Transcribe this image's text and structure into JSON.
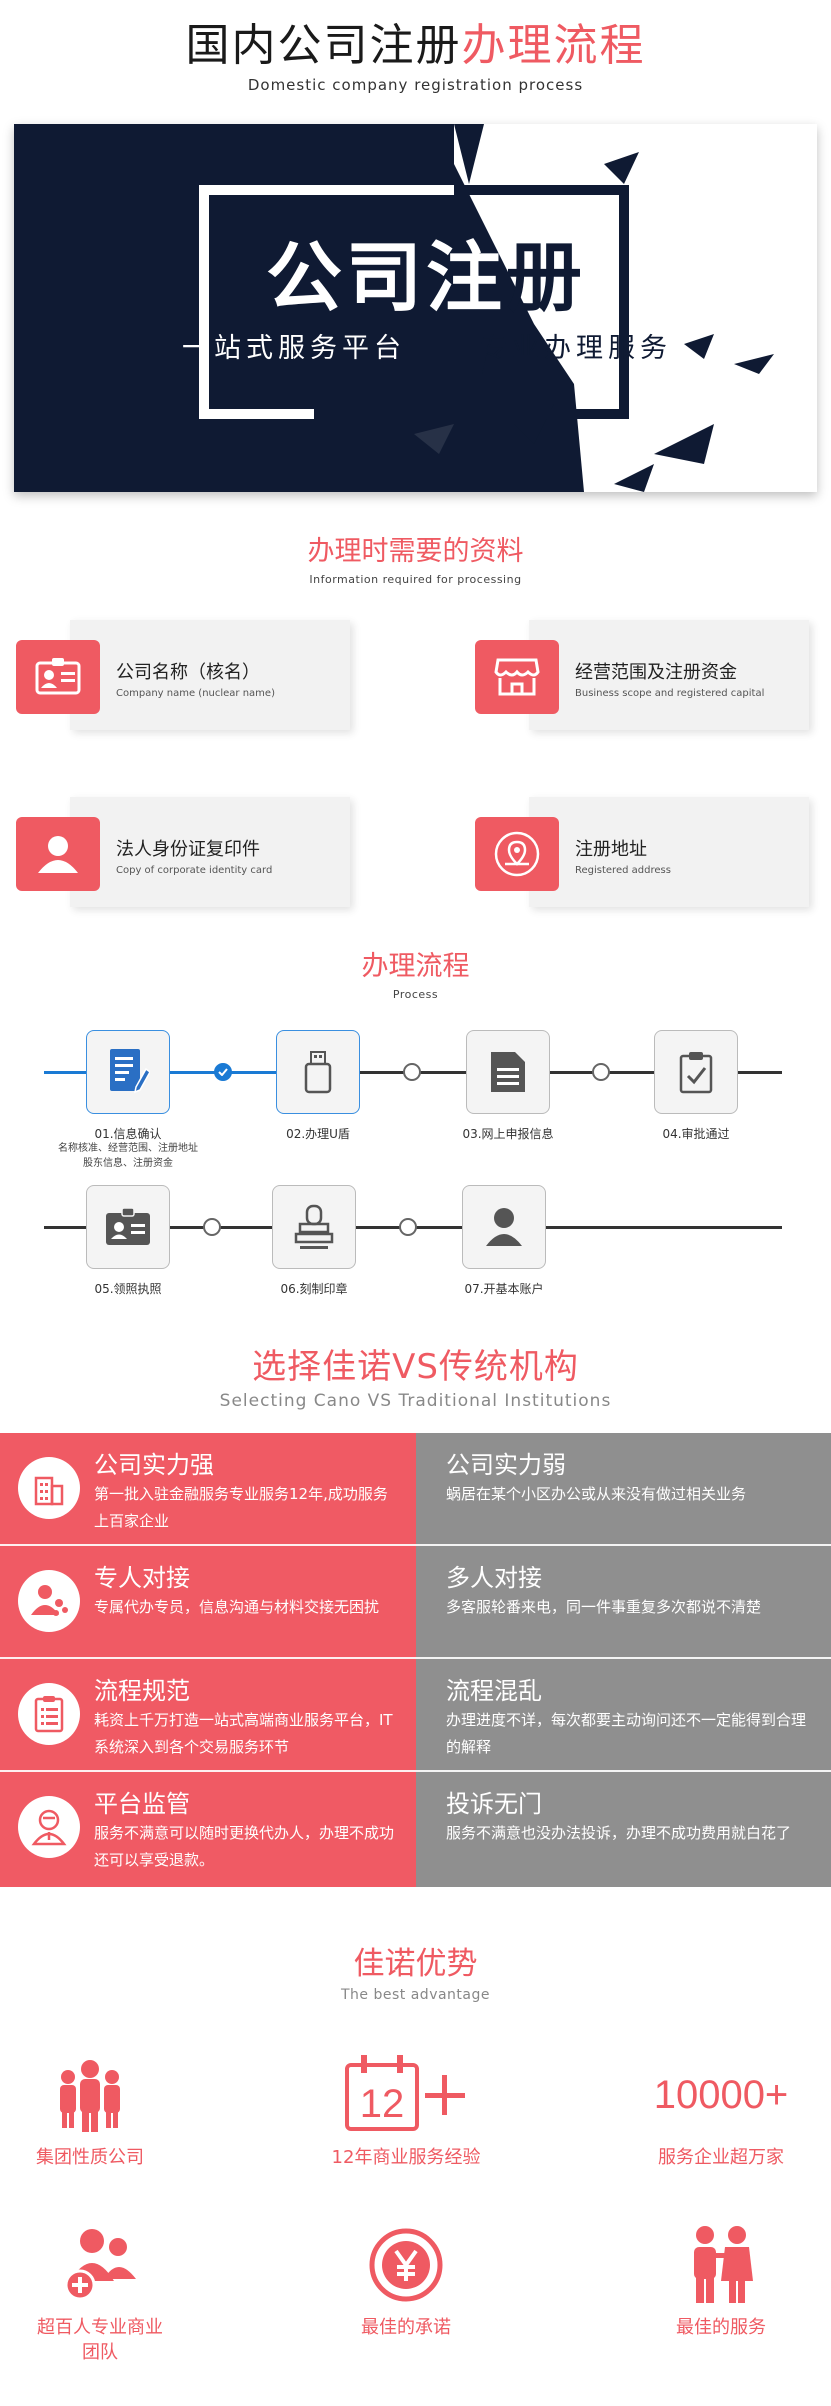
{
  "header": {
    "title_dark": "国内公司注册",
    "title_highlight": "办理流程",
    "subtitle": "Domestic company registration process"
  },
  "banner": {
    "headline_light": "公司注",
    "headline_dark": "册",
    "tagline_left": "一站式服务平台",
    "tagline_right": "专业办理服务"
  },
  "materials": {
    "title": "办理时需要的资料",
    "subtitle": "Information required for processing",
    "items": [
      {
        "cn": "公司名称（核名）",
        "en": "Company name (nuclear name)",
        "icon": "id-card-icon"
      },
      {
        "cn": "经营范围及注册资金",
        "en": "Business scope and registered capital",
        "icon": "shop-icon"
      },
      {
        "cn": "法人身份证复印件",
        "en": "Copy of corporate identity card",
        "icon": "person-icon"
      },
      {
        "cn": "注册地址",
        "en": "Registered address",
        "icon": "map-pin-icon"
      }
    ]
  },
  "process": {
    "title": "办理流程",
    "subtitle": "Process",
    "steps": [
      {
        "label": "01.信息确认",
        "icon": "document-edit-icon"
      },
      {
        "label": "02.办理U盾",
        "icon": "usb-key-icon"
      },
      {
        "label": "03.网上申报信息",
        "icon": "document-icon"
      },
      {
        "label": "04.审批通过",
        "icon": "clipboard-check-icon"
      },
      {
        "label": "05.领照执照",
        "icon": "license-icon"
      },
      {
        "label": "06.刻制印章",
        "icon": "stamp-icon"
      },
      {
        "label": "07.开基本账户",
        "icon": "user-account-icon"
      }
    ],
    "step1_desc": [
      "名称核准、经营范围、注册地址",
      "股东信息、注册资金"
    ]
  },
  "comparison": {
    "title_a": "选择佳诺",
    "title_vs": "VS",
    "title_b": "传统机构",
    "subtitle": "Selecting Cano VS Traditional Institutions",
    "rows": [
      {
        "left_title": "公司实力强",
        "left_desc": "第一批入驻金融服务专业服务12年,成功服务上百家企业",
        "right_title": "公司实力弱",
        "right_desc": "蜗居在某个小区办公或从来没有做过相关业务",
        "icon": "building-icon"
      },
      {
        "left_title": "专人对接",
        "left_desc": "专属代办专员，信息沟通与材料交接无困扰",
        "right_title": "多人对接",
        "right_desc": "多客服轮番来电，同一件事重复多次都说不清楚",
        "icon": "team-icon"
      },
      {
        "left_title": "流程规范",
        "left_desc": "耗资上千万打造一站式高端商业服务平台，IT系统深入到各个交易服务环节",
        "right_title": "流程混乱",
        "right_desc": "办理进度不详，每次都要主动询问还不一定能得到合理的解释",
        "icon": "checklist-icon"
      },
      {
        "left_title": "平台监管",
        "left_desc": "服务不满意可以随时更换代办人，办理不成功还可以享受退款。",
        "right_title": "投诉无门",
        "right_desc": "服务不满意也没办法投诉，办理不成功费用就白花了",
        "icon": "supervisor-icon"
      }
    ]
  },
  "advantages": {
    "title": "佳诺优势",
    "subtitle": "The best advantage",
    "items": [
      {
        "label": "集团性质公司",
        "icon": "group-icon"
      },
      {
        "label": "12年商业服务经验",
        "icon": "calendar-12-icon",
        "figure": "12"
      },
      {
        "label": "服务企业超万家",
        "icon": "number-icon",
        "figure": "10000+"
      },
      {
        "label": "超百人专业商业团队",
        "icon": "team-plus-icon"
      },
      {
        "label": "最佳的承诺",
        "icon": "yuan-coin-icon"
      },
      {
        "label": "最佳的服务",
        "icon": "couple-icon"
      }
    ]
  },
  "colors": {
    "accent": "#ef5a62",
    "navy": "#0f1a33",
    "gray_panel": "#8f8f8f",
    "process_blue": "#1a7ad4"
  }
}
